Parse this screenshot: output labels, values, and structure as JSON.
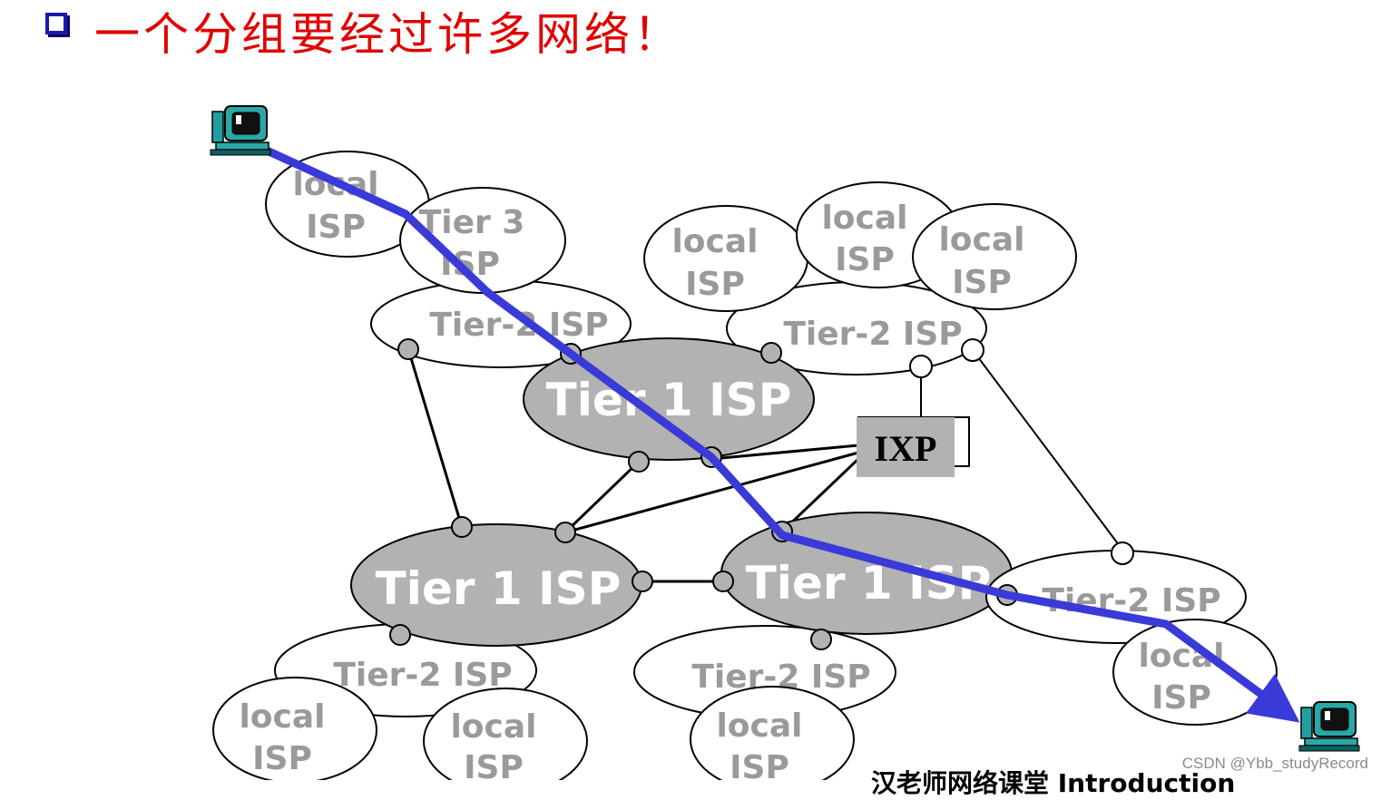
{
  "headline": "一个分组要经过许多网络！",
  "watermark": "CSDN @Ybb_studyRecord",
  "subline": "汉老师网络课堂 Introduction",
  "labels": {
    "local_line1": "local",
    "local_line2": "ISP",
    "tier3_line1": "Tier 3",
    "tier3_line2": "ISP",
    "tier2": "Tier-2 ISP",
    "tier1": "Tier 1 ISP",
    "ixp": "IXP"
  },
  "icons": {
    "source": "desktop-computer-icon",
    "destination": "desktop-computer-icon"
  },
  "colors": {
    "headline": "#e00000",
    "bullet": "#1a1ab0",
    "path": "#3a3ad8",
    "tier1_fill": "#b2b2b2",
    "label_gray": "#9a9a9a"
  }
}
